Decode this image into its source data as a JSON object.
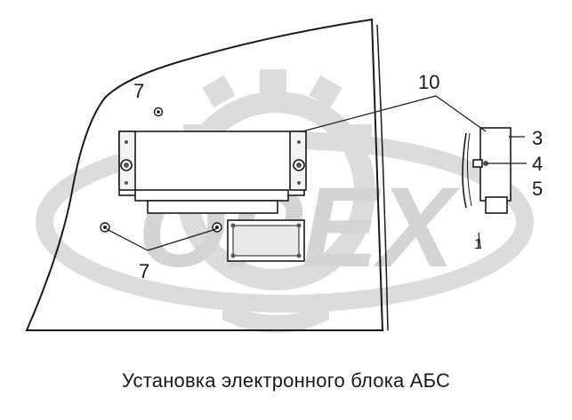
{
  "caption": "Установка электронного блока АБС",
  "watermark": {
    "text": "OPEX",
    "color": "#dcdcdc"
  },
  "callouts": {
    "c3": "3",
    "c4": "4",
    "c5": "5",
    "c7_top": "7",
    "c7_bottom": "7",
    "c10": "10",
    "c1": "1"
  },
  "colors": {
    "line": "#1a1a1a",
    "fill_gray": "#e8e8e8",
    "fill_dark": "#555555"
  }
}
